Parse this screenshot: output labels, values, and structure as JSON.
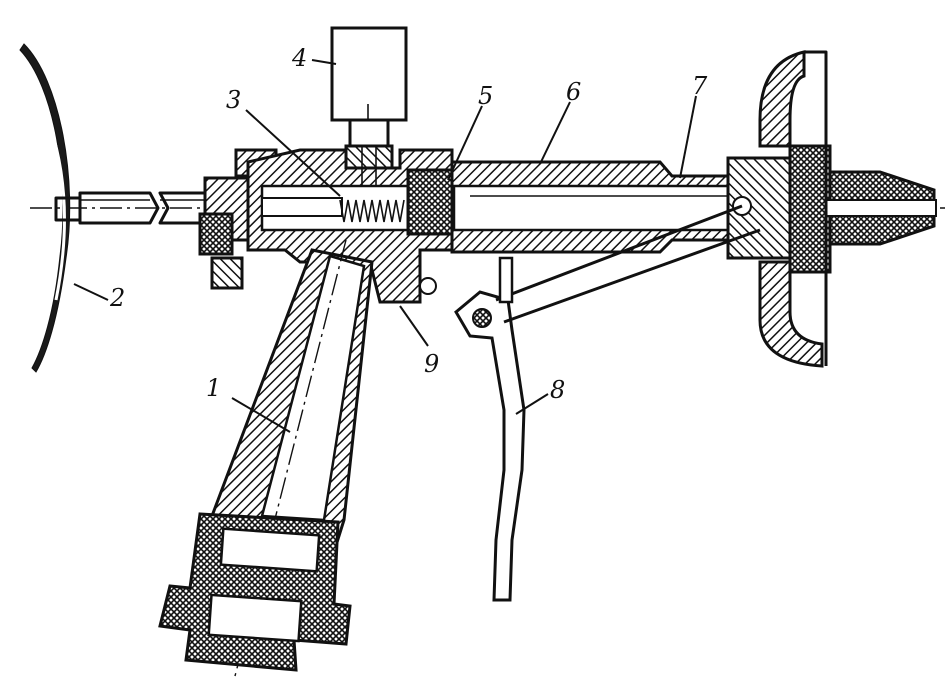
{
  "figure": {
    "callouts": [
      "1",
      "2",
      "3",
      "4",
      "5",
      "6",
      "7",
      "8",
      "9"
    ]
  },
  "colors": {
    "ink": "#111111",
    "paper": "#ffffff"
  }
}
